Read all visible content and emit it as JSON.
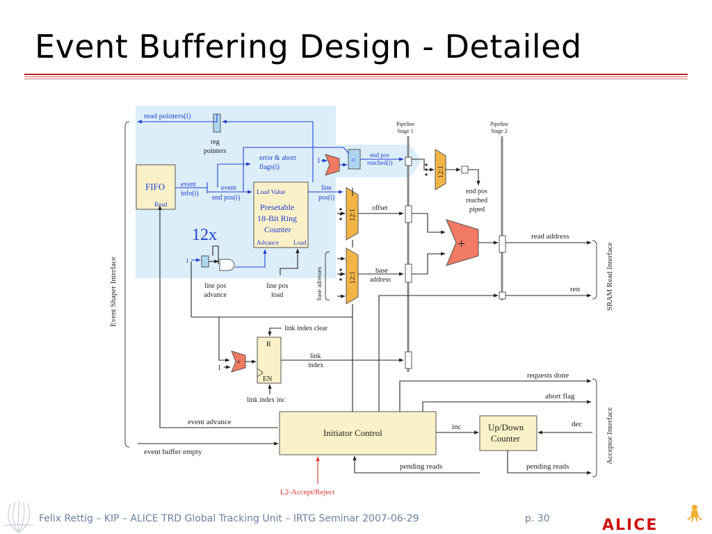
{
  "slide": {
    "title": "Event Buffering Design - Detailed",
    "footer": "Felix Rettig – KIP – ALICE TRD Global Tracking Unit – IRTG Seminar 2007-06-29",
    "page": "p. 30",
    "logo_text": "ALICE"
  },
  "colors": {
    "accent_red": "#b11f1f",
    "highlight_blue": "#dceefa",
    "block_yellow": "#fbf1c8",
    "mux_orange": "#f4b445",
    "adder_red": "#f07a62",
    "wire_blue": "#1f3fd0",
    "wire_dark": "#222222",
    "signal_red": "#e0302a"
  },
  "diagram": {
    "replication": "12x",
    "blocks": {
      "fifo": {
        "title": "FIFO",
        "port_read": "Read"
      },
      "ring_counter": {
        "line1": "Presetable",
        "line2": "18-Bit Ring",
        "line3": "Counter",
        "port_load_value": "Load Value",
        "port_advance": "Advance",
        "port_load": "Load"
      },
      "initiator": {
        "title": "Initiator Control"
      },
      "updown": {
        "line1": "Up/Down",
        "line2": "Counter"
      },
      "link_index_reg": {
        "port_r": "R",
        "port_en": "EN"
      }
    },
    "mux_label": "12:1",
    "equal_sign": "=",
    "plus_sign": "+",
    "labels": {
      "read_pointers": "read pointers(i)",
      "reg_pointers_1": "reg",
      "reg_pointers_2": "pointers",
      "error_abort_1": "error & abort",
      "error_abort_2": "flags(i)",
      "event_info_1": "event",
      "event_info_2": "info(i)",
      "event": "event",
      "end_pos": "end pos(i)",
      "line_pos_1": "line",
      "line_pos_2": "pos(i)",
      "end_pos_reached_1": "end pos",
      "end_pos_reached_2": "reached(i)",
      "pipeline_stage_1a": "Pipeline",
      "pipeline_stage_1b": "Stage 1",
      "pipeline_stage_2a": "Pipeline",
      "pipeline_stage_2b": "Stage 2",
      "end_pos_piped_1": "end pos",
      "end_pos_piped_2": "reached",
      "end_pos_piped_3": "piped",
      "offset": "offset",
      "base_address_1": "base",
      "base_address_2": "address",
      "base_adresses": "base adresses",
      "read_address": "read address",
      "ren": "ren",
      "sram_interface": "SRAM Read Interface",
      "line_pos_advance_1": "line pos",
      "line_pos_advance_2": "advance",
      "line_pos_load_1": "line pos",
      "line_pos_load_2": "load",
      "i_label": "i",
      "one_label_a": "1",
      "one_label_b": "1",
      "link_index_clear": "link index clear",
      "link_index_1": "link",
      "link_index_2": "index",
      "link_index_inc": "link index inc",
      "event_shaper": "Event Shaper Interface",
      "requests_done": "requests done",
      "abort_flag": "abort flag",
      "dec": "dec",
      "inc": "inc",
      "acceptor_interface": "Acceptor Interface",
      "event_advance": "event advance",
      "event_buffer_empty": "event buffer empty",
      "pending_reads_1": "pending reads",
      "pending_reads_2": "pending reads",
      "l2_accept": "L2-Accept/Reject"
    }
  }
}
